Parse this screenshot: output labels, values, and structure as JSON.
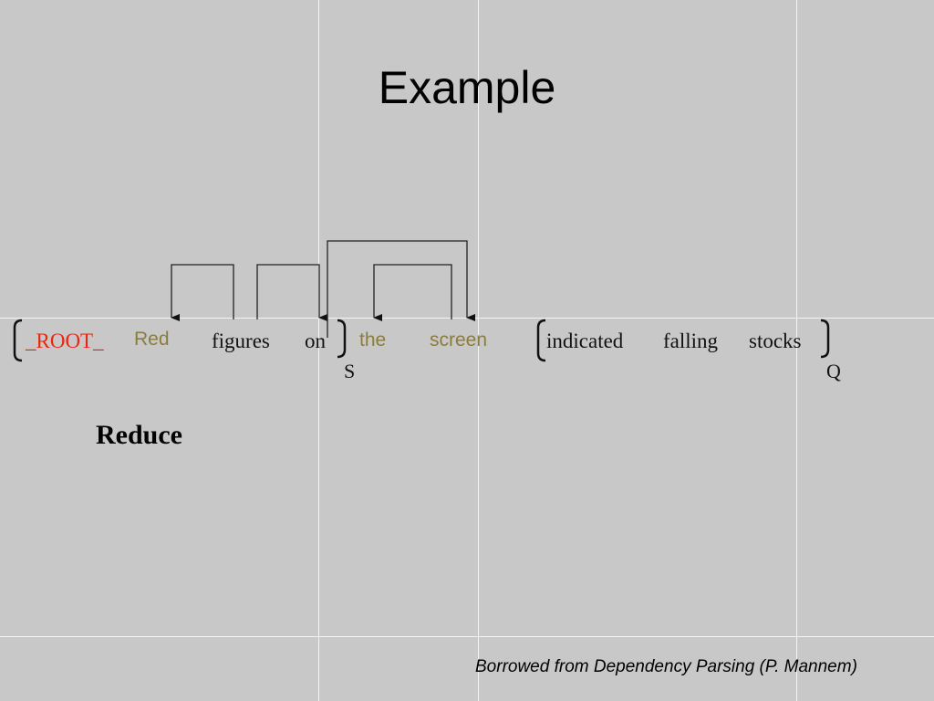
{
  "title": "Example",
  "words": {
    "root": "_ROOT_",
    "red": "Red",
    "figures": "figures",
    "on": "on",
    "the": "the",
    "screen": "screen",
    "indicated": "indicated",
    "falling": "falling",
    "stocks": "stocks"
  },
  "stack_label": "S",
  "queue_label": "Q",
  "action": "Reduce",
  "credit": "Borrowed from Dependency Parsing (P. Mannem)",
  "colors": {
    "root_word": "#e8280a",
    "processed_word": "#8a7d3e",
    "background": "#c8c8c8"
  }
}
